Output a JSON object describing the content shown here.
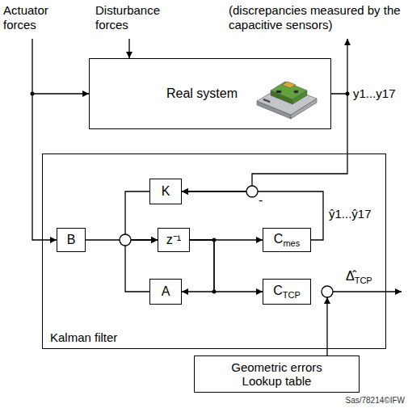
{
  "diagram": {
    "nodes": [
      {
        "text": [
          "Real system"
        ]
      },
      {
        "text": [
          "Kalman filter"
        ]
      },
      {
        "text": [
          "K"
        ],
        "in": 1
      },
      {
        "text": [
          "B"
        ],
        "in": 1
      },
      {
        "text": [
          "z⁻¹"
        ],
        "in": 1
      },
      {
        "text": [
          "Cmes"
        ],
        "in": 1
      },
      {
        "text": [
          "A"
        ],
        "in": 1
      },
      {
        "text": [
          "CTCP"
        ],
        "in": 1
      },
      {
        "text": [
          "Geometric errors Lookup table"
        ]
      }
    ],
    "edges": [
      {
        "from": 0,
        "to": 2,
        "arrow": "to"
      },
      {
        "from": 5,
        "to": 2,
        "arrow": "to"
      },
      {
        "from": 2,
        "to": 4,
        "arrow": "to"
      },
      {
        "from": 3,
        "to": 4,
        "arrow": "to"
      },
      {
        "from": 6,
        "to": 4,
        "arrow": "to"
      },
      {
        "from": 4,
        "to": 5,
        "arrow": "to"
      },
      {
        "from": 4,
        "to": 6,
        "arrow": "to"
      },
      {
        "from": 4,
        "to": 7,
        "arrow": "to"
      }
    ],
    "labels": [
      "Actuator forces",
      "Disturbance forces",
      "(discrepancies measured by the capacitive sensors)",
      "y1...y17",
      "ŷ1...ŷ17",
      "-",
      "Δ̂TCP",
      "Sas/78214©IFW"
    ]
  }
}
